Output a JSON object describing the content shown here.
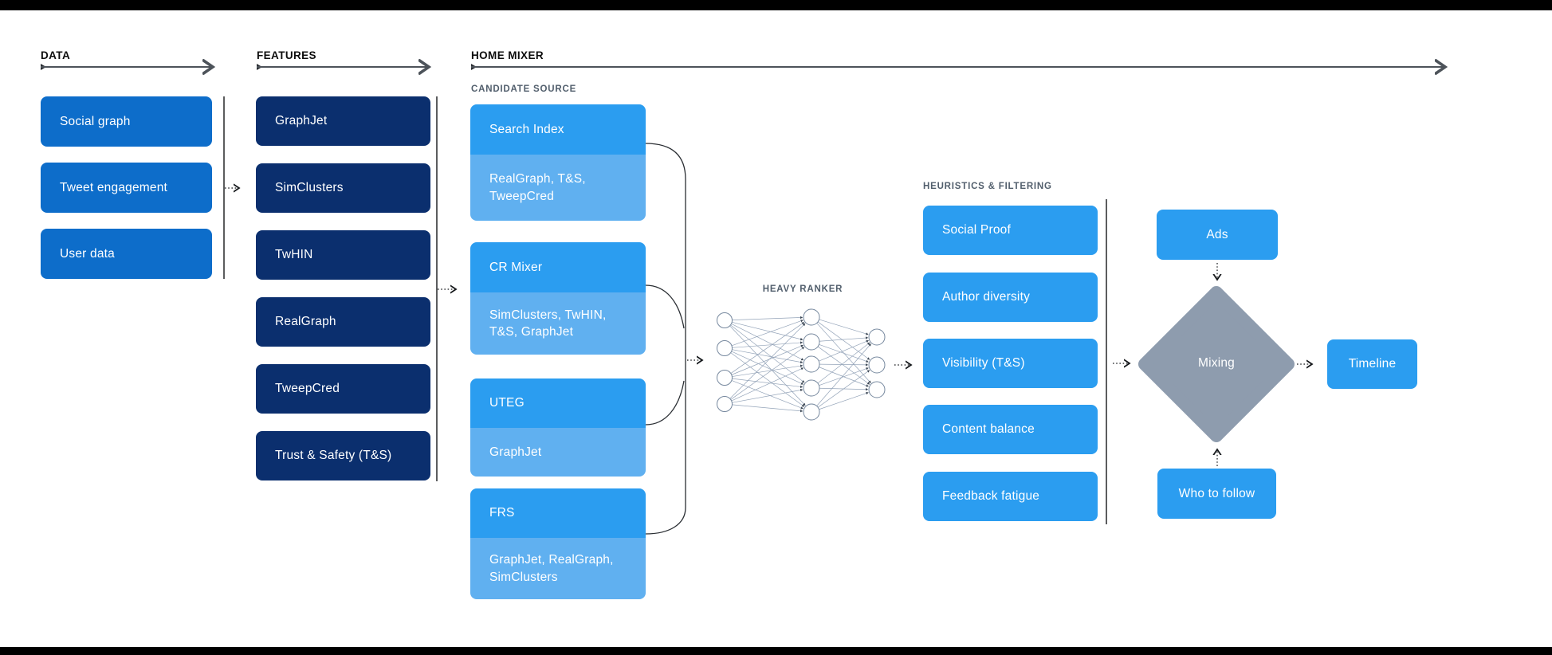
{
  "colors": {
    "bar": "#000000",
    "data_box": "#0d6dca",
    "feature_box": "#0b2f6e",
    "azure_box": "#2b9df0",
    "light_azure_box": "#60b0f0",
    "diamond": "#8e9cae",
    "header_text": "#0d0d0d",
    "sublabel_text": "#515e6c",
    "box_text": "#ffffff"
  },
  "headers": {
    "data": "DATA",
    "features": "FEATURES",
    "home_mixer": "HOME MIXER"
  },
  "sublabels": {
    "candidate_source": "CANDIDATE SOURCE",
    "heavy_ranker": "HEAVY RANKER",
    "heuristics": "HEURISTICS & FILTERING"
  },
  "data_column": {
    "items": [
      "Social graph",
      "Tweet engagement",
      "User data"
    ]
  },
  "features_column": {
    "items": [
      "GraphJet",
      "SimClusters",
      "TwHIN",
      "RealGraph",
      "TweepCred",
      "Trust & Safety (T&S)"
    ]
  },
  "candidate_sources": [
    {
      "name": "Search Index",
      "uses": "RealGraph, T&S,\nTweepCred"
    },
    {
      "name": "CR Mixer",
      "uses": "SimClusters, TwHIN,\nT&S, GraphJet"
    },
    {
      "name": "UTEG",
      "uses": "GraphJet"
    },
    {
      "name": "FRS",
      "uses": "GraphJet, RealGraph,\nSimClusters"
    }
  ],
  "heuristics_column": {
    "items": [
      "Social Proof",
      "Author diversity",
      "Visibility (T&S)",
      "Content balance",
      "Feedback fatigue"
    ]
  },
  "outputs": {
    "ads": "Ads",
    "mixing": "Mixing",
    "who_to_follow": "Who to follow",
    "timeline": "Timeline"
  }
}
